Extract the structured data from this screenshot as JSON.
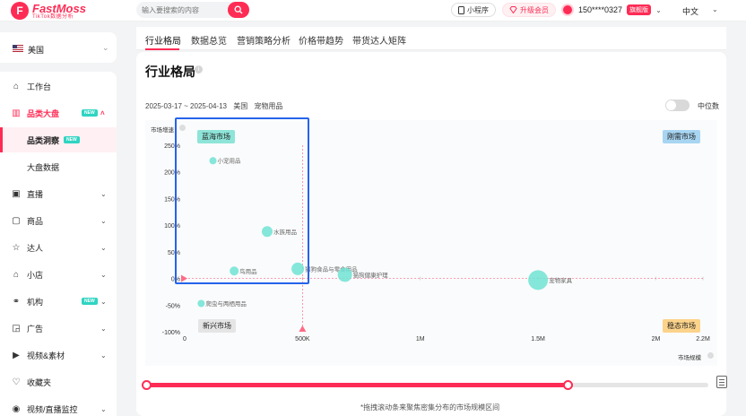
{
  "header": {
    "logo_badge": "F",
    "logo_name": "FastMoss",
    "logo_sub": "TikTok数据分析",
    "search_placeholder": "输入要搜索的内容",
    "mini_program": "小程序",
    "upgrade": "升级会员",
    "user_phone": "150****0327",
    "user_badge": "旗舰版",
    "language": "中文"
  },
  "sidebar": {
    "country": "美国",
    "items": [
      {
        "label": "工作台",
        "icon": "home-icon"
      },
      {
        "label": "品类大盘",
        "icon": "chart-icon",
        "badge": "NEW"
      },
      {
        "label": "品类洞察",
        "badge": "NEW"
      },
      {
        "label": "大盘数据"
      },
      {
        "label": "直播",
        "icon": "live-icon"
      },
      {
        "label": "商品",
        "icon": "product-icon"
      },
      {
        "label": "达人",
        "icon": "influencer-icon"
      },
      {
        "label": "小店",
        "icon": "shop-icon"
      },
      {
        "label": "机构",
        "icon": "agency-icon",
        "badge": "NEW"
      },
      {
        "label": "广告",
        "icon": "ad-icon"
      },
      {
        "label": "视频&素材",
        "icon": "video-icon"
      },
      {
        "label": "收藏夹",
        "icon": "favorite-icon"
      },
      {
        "label": "视频/直播监控",
        "icon": "monitor-icon"
      }
    ]
  },
  "tabs": [
    "行业格局",
    "数据总览",
    "营销策略分析",
    "价格带趋势",
    "带货达人矩阵"
  ],
  "main": {
    "title": "行业格局",
    "date_range": "2025-03-17 ~ 2025-04-13",
    "region": "美国",
    "category": "宠物用品",
    "median_toggle_label": "中位数",
    "median_toggle_on": false,
    "hint": "*拖拽滚动条来聚焦密集分布的市场规模区间"
  },
  "quadrants": {
    "blue_ocean": "蓝海市场",
    "rigid": "刚需市场",
    "emerging": "新兴市场",
    "stable": "稳态市场"
  },
  "slider": {
    "low": 0,
    "high": 0.75
  },
  "chart_data": {
    "type": "scatter",
    "xlabel": "市场规模",
    "ylabel": "市场增速",
    "xlim": [
      0,
      2200000
    ],
    "ylim": [
      -100,
      250
    ],
    "x_ticks": [
      {
        "value": 0,
        "label": "0"
      },
      {
        "value": 500000,
        "label": "500K"
      },
      {
        "value": 1000000,
        "label": "1M"
      },
      {
        "value": 1500000,
        "label": "1.5M"
      },
      {
        "value": 2000000,
        "label": "2M"
      },
      {
        "value": 2200000,
        "label": "2.2M"
      }
    ],
    "y_ticks": [
      {
        "value": 250,
        "label": "250%"
      },
      {
        "value": 200,
        "label": "200%"
      },
      {
        "value": 150,
        "label": "150%"
      },
      {
        "value": 100,
        "label": "100%"
      },
      {
        "value": 50,
        "label": "50%"
      },
      {
        "value": 0,
        "label": "0%"
      },
      {
        "value": -50,
        "label": "-50%"
      },
      {
        "value": -100,
        "label": "-100%"
      }
    ],
    "x_median": 500000,
    "y_median": 0,
    "points": [
      {
        "name": "小宠用品",
        "x": 120000,
        "y": 221,
        "size": 4
      },
      {
        "name": "水族用品",
        "x": 350000,
        "y": 88,
        "size": 6
      },
      {
        "name": "鸟用品",
        "x": 210000,
        "y": 14,
        "size": 5
      },
      {
        "name": "猫狗食品与零食用品",
        "x": 480000,
        "y": 18,
        "size": 7
      },
      {
        "name": "猫狗健康护理",
        "x": 680000,
        "y": 7,
        "size": 8
      },
      {
        "name": "宠物家具",
        "x": 1500000,
        "y": -3,
        "size": 11
      },
      {
        "name": "爬虫与两栖用品",
        "x": 70000,
        "y": -47,
        "size": 4
      }
    ]
  }
}
